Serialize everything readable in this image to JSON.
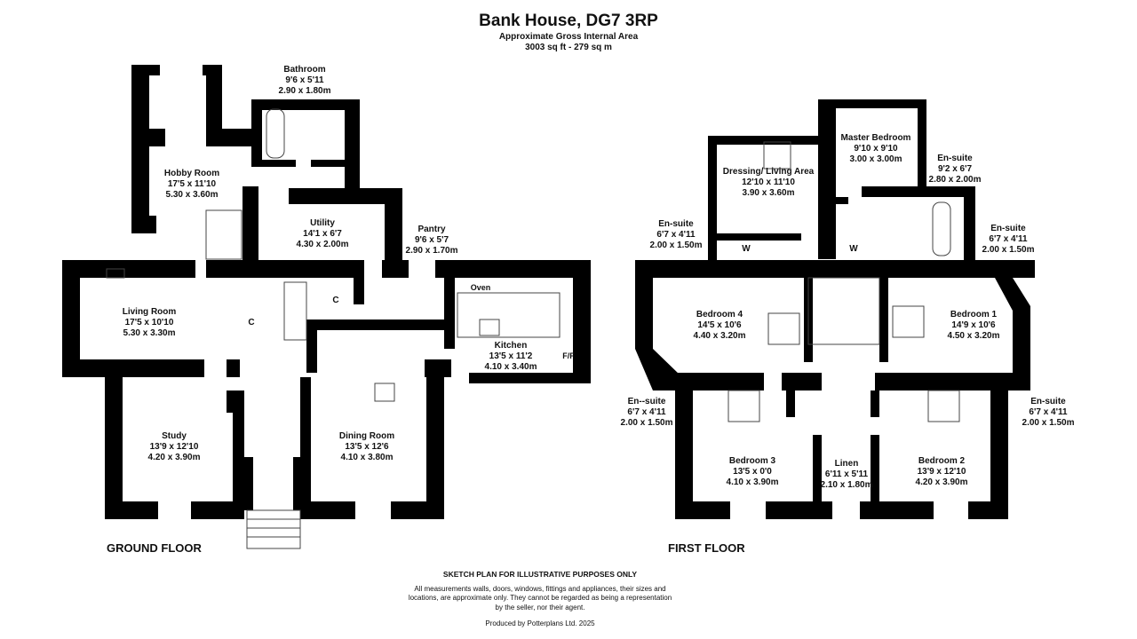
{
  "header": {
    "title": "Bank House, DG7 3RP",
    "subtitle": "Approximate Gross Internal Area",
    "area": "3003 sq ft - 279 sq m"
  },
  "ground_floor": {
    "label": "GROUND FLOOR",
    "rooms": [
      {
        "name": "Bathroom",
        "imperial": "9'6 x 5'11",
        "metric": "2.90 x 1.80m"
      },
      {
        "name": "Hobby Room",
        "imperial": "17'5 x 11'10",
        "metric": "5.30 x 3.60m"
      },
      {
        "name": "Utility",
        "imperial": "14'1 x 6'7",
        "metric": "4.30 x 2.00m"
      },
      {
        "name": "Pantry",
        "imperial": "9'6 x 5'7",
        "metric": "2.90 x 1.70m"
      },
      {
        "name": "Living Room",
        "imperial": "17'5 x 10'10",
        "metric": "5.30 x 3.30m"
      },
      {
        "name": "Kitchen",
        "imperial": "13'5 x 11'2",
        "metric": "4.10 x 3.40m"
      },
      {
        "name": "Study",
        "imperial": "13'9 x 12'10",
        "metric": "4.20 x 3.90m"
      },
      {
        "name": "Dining Room",
        "imperial": "13'5 x 12'6",
        "metric": "4.10 x 3.80m"
      }
    ],
    "markers": {
      "cupboard": "C",
      "oven": "Oven",
      "fridge_freezer": "F/F"
    }
  },
  "first_floor": {
    "label": "FIRST FLOOR",
    "rooms": [
      {
        "name": "Master Bedroom",
        "imperial": "9'10 x 9'10",
        "metric": "3.00 x 3.00m"
      },
      {
        "name": "Dressing/ Living Area",
        "imperial": "12'10 x 11'10",
        "metric": "3.90 x 3.60m"
      },
      {
        "name": "En-suite",
        "imperial": "9'2 x 6'7",
        "metric": "2.80 x 2.00m"
      },
      {
        "name": "En-suite",
        "imperial": "6'7 x 4'11",
        "metric": "2.00 x 1.50m"
      },
      {
        "name": "En-suite",
        "imperial": "6'7 x 4'11",
        "metric": "2.00 x 1.50m"
      },
      {
        "name": "Bedroom 4",
        "imperial": "14'5 x 10'6",
        "metric": "4.40 x 3.20m"
      },
      {
        "name": "Bedroom 1",
        "imperial": "14'9 x 10'6",
        "metric": "4.50 x 3.20m"
      },
      {
        "name": "En--suite",
        "imperial": "6'7 x 4'11",
        "metric": "2.00 x 1.50m"
      },
      {
        "name": "En-suite",
        "imperial": "6'7 x 4'11",
        "metric": "2.00 x 1.50m"
      },
      {
        "name": "Bedroom 3",
        "imperial": "13'5 x 0'0",
        "metric": "4.10 x 3.90m"
      },
      {
        "name": "Linen",
        "imperial": "6'11 x 5'11",
        "metric": "2.10 x 1.80m"
      },
      {
        "name": "Bedroom 2",
        "imperial": "13'9 x 12'10",
        "metric": "4.20 x 3.90m"
      }
    ],
    "markers": {
      "wardrobe": "W"
    }
  },
  "footer": {
    "heading": "SKETCH PLAN FOR ILLUSTRATIVE PURPOSES ONLY",
    "disclaimer": "All measurements walls, doors, windows, fittings and appliances, their sizes and locations, are approximate only. They cannot be regarded as being a representation by the seller, nor their agent.",
    "producer": "Produced by Potterplans Ltd. 2025"
  }
}
